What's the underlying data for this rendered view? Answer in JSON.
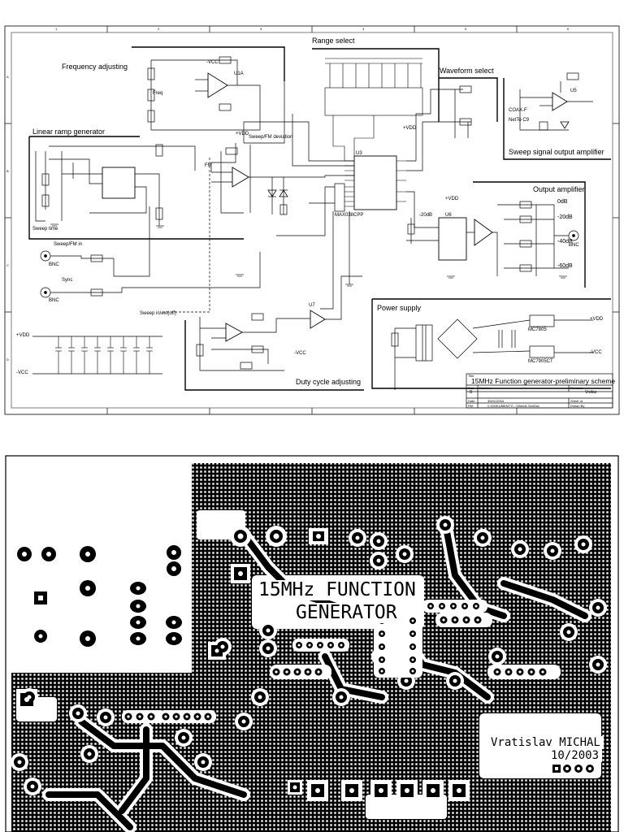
{
  "schematic": {
    "sections": {
      "range_select": "Range select",
      "frequency_adjusting": "Frequency adjusting",
      "waveform_select": "Waveform select",
      "linear_ramp_generator": "Linear ramp generator",
      "sweep_fm_deviation": "Sweep/FM deviation",
      "sweep_output_amplifier": "Sweep signal output amplifier",
      "output_amplifier": "Output amplifier",
      "sweep_time": "Sweep time",
      "sweep_fm_in": "Sweep/FM in",
      "sync": "Sync",
      "power_supply": "Power supply",
      "duty_cycle_adjusting": "Duty cycle adjusting",
      "sweep_on_off": "Sweep in/ext(off)"
    },
    "component_labels": {
      "freq": "Freq",
      "fm": "FM",
      "u1a": "U1A",
      "u3": "U3",
      "max038": "MAX038CPP",
      "u5": "U5",
      "u6": "U6",
      "u7": "U7",
      "bnc": "BNC",
      "netto_c9": "NetTo C9",
      "coax_f": "COAX-F",
      "vdd": "+VDD",
      "vcc": "-VCC",
      "mc7805": "MC7805",
      "mc7905": "MC7905CT"
    },
    "attenuator_levels": [
      "0dB",
      "-20dB",
      "-40dB",
      "-60dB"
    ],
    "minus20db": "-20dB",
    "title_block": {
      "title_caption": "Title",
      "title": "15MHz Function generator-preliminary scheme",
      "size_caption": "Size",
      "size": "B",
      "number_caption": "Number",
      "revision_caption": "Revision",
      "revision": "Vrafas",
      "date_caption": "Date",
      "date": "30/01/2004",
      "file_caption": "File",
      "file": "C:\\DOKUMENTY\\...\\Sheet1.SchDoc",
      "sheet_caption": "Sheet of",
      "drawn_caption": "Drawn By"
    },
    "border_numbers": [
      "1",
      "2",
      "3",
      "4",
      "5",
      "6"
    ],
    "border_letters": [
      "A",
      "B",
      "C",
      "D"
    ]
  },
  "pcb": {
    "title_line1": "15MHz FUNCTION",
    "title_line2": "GENERATOR",
    "author": "Vratislav MICHAL",
    "date": "10/2003"
  }
}
